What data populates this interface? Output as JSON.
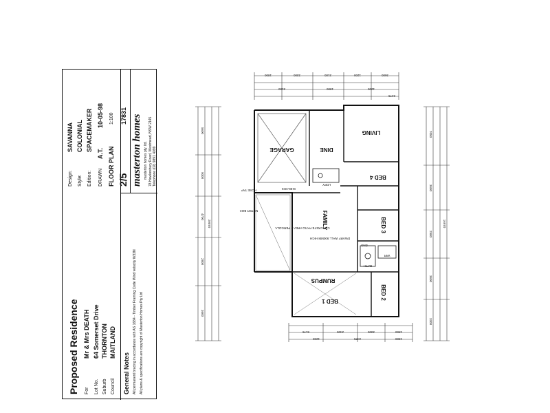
{
  "title_block": {
    "heading": "Proposed Residence",
    "for_label": "For",
    "client": "Mr & Mrs DEATH",
    "lot_label": "Lot No.",
    "street": "64 Somerset Drive",
    "suburb_label": "Suburb",
    "suburb": "THORNTON",
    "council_label": "Council",
    "council": "MAITLAND",
    "general_notes_heading": "General Notes",
    "general_notes": "All permanent bracing in accordance with AS 1684 - Timber Framing Code Wind velocity W33N",
    "copyright_note": "All plans & specifications are copyright of Masterton Homes Pty Ltd",
    "design_label": "Design:",
    "design": "SAVANNA",
    "style_label": "Style:",
    "style": "COLONIAL",
    "edition_label": "Edition:",
    "edition": "SPACEMAKER",
    "drawn_label": "DRAWN",
    "drawn": "A.T.",
    "date": "10-05-98",
    "sheet_title": "FLOOR PLAN",
    "scale": "1:100",
    "sheet_no": "2/5",
    "job_no": "17831",
    "brand": "masterton homes",
    "brand_sub": "masterton homes pty. ltd.",
    "address": "78 Hawkesbury Road, Westmead, NSW 2145",
    "phone": "Telephone (02) 9891 4099"
  },
  "rooms": {
    "living": "LIVING",
    "dine": "DINE",
    "garage": "GARAGE",
    "family": "FAMILY",
    "rumpus": "RUMPUS",
    "bed1": "BED 1",
    "bed2": "BED 2",
    "bed3": "BED 3",
    "bed4": "BED 4",
    "patio": "CONCRETE PATIO AREA + PERGOLA",
    "dwarf_wall": "DWARF WALL 900MM HIGH",
    "wir": "WIR",
    "bath": "BATH",
    "ens": "ENS",
    "ldry": "LDRY"
  },
  "notes": {
    "tap": "HOSE TAP",
    "meter": "METER BOX",
    "shelves": "SHELVES"
  },
  "dimensions": {
    "top": [
      "1800",
      "3300",
      "2100",
      "1200",
      "3600",
      "2100",
      "1800",
      "1200",
      "2475"
    ],
    "bottom": [
      "5175",
      "2400",
      "3300",
      "1800",
      "1200",
      "2475",
      "1500"
    ],
    "left": [
      "5600",
      "9000",
      "20070",
      "4700",
      "2800",
      "3600"
    ],
    "right": [
      "7050",
      "3600",
      "2900",
      "3600",
      "3300",
      "16970"
    ]
  }
}
